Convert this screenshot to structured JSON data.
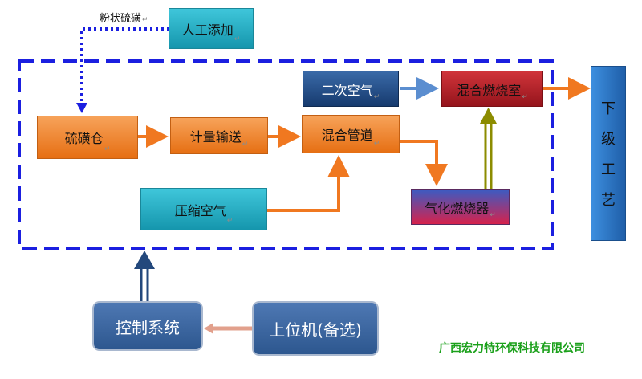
{
  "diagram": {
    "top_note": "粉状硫磺",
    "manual_add": "人工添加",
    "sulfur_bin": "硫磺仓",
    "metering": "计量输送",
    "mixing_pipe": "混合管道",
    "secondary_air": "二次空气",
    "mixing_chamber": "混合燃烧室",
    "compressed_air": "压缩空气",
    "gas_burner": "气化燃烧器",
    "next_process_chars": [
      "下",
      "级",
      "工",
      "艺"
    ],
    "control_system": "控制系统",
    "host_pc": "上位机(备选)",
    "company": "广西宏力特环保科技有限公司",
    "para_mark": "↵"
  },
  "colors": {
    "dash_border": "#1b1fe0",
    "dotted_line": "#1b1fe0",
    "orange_arrow": "#f07820",
    "blue_arrow": "#5b8ed0",
    "olive_arrow": "#8c8c00",
    "navy_arrow": "#23487c",
    "pink_arrow": "#e2a08c",
    "company_text": "#1aa01a"
  }
}
